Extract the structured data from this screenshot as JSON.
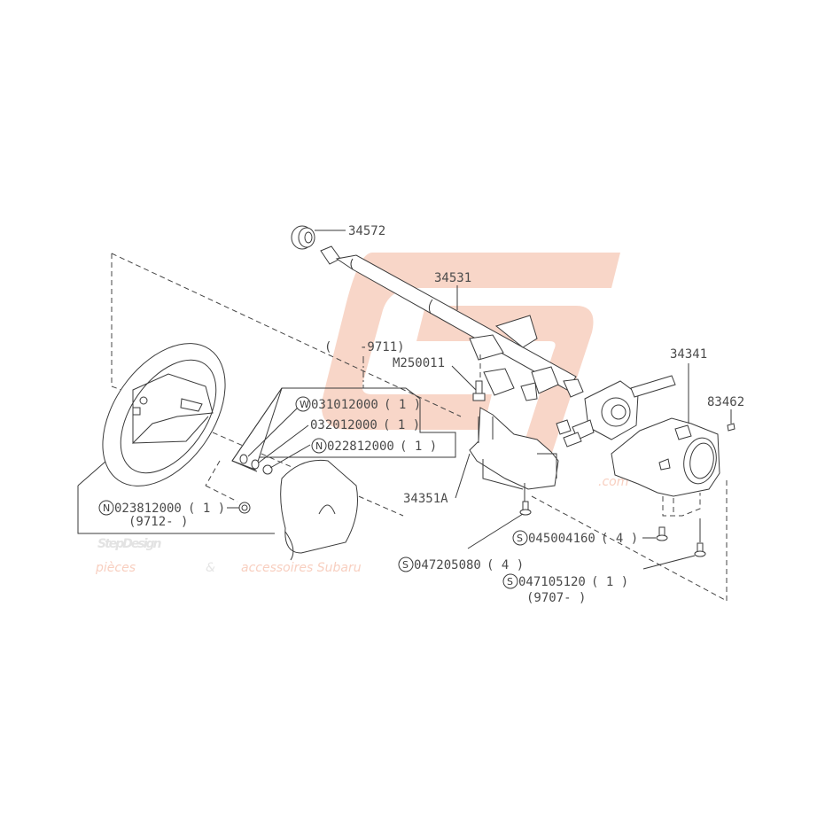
{
  "diagram": {
    "title": "Steering column assembly exploded view",
    "watermark": {
      "brand": "StepDesign",
      "domain_suffix": ".com",
      "tagline_left": "pièces",
      "tagline_amp": "&",
      "tagline_right": "accessoires Subaru",
      "logo_color": "#f6c8b6",
      "brand_color": "#e3e3e3"
    },
    "parts": {
      "seal": {
        "number": "34572"
      },
      "column_shaft": {
        "number": "34531"
      },
      "column_bolt": {
        "number": "M250011"
      },
      "combination_switch": {
        "number": "34341"
      },
      "clip": {
        "number": "83462"
      },
      "lower_cover": {
        "number": "34351A"
      },
      "date_range_top": {
        "open": "(",
        "range": "-9711)"
      },
      "washer": {
        "prefix": "W",
        "number": "031012000",
        "qty": "( 1  )"
      },
      "spring_washer": {
        "number": "032012000",
        "qty": "( 1  )"
      },
      "nut_inner": {
        "prefix": "N",
        "number": "022812000",
        "qty": "( 1  )"
      },
      "nut_outer": {
        "prefix": "N",
        "number": "023812000",
        "qty": "( 1  )",
        "range": "(9712-    )"
      },
      "screw_a": {
        "prefix": "S",
        "number": "045004160",
        "qty": "( 4  )"
      },
      "screw_b": {
        "prefix": "S",
        "number": "047205080",
        "qty": "( 4  )"
      },
      "screw_c": {
        "prefix": "S",
        "number": "047105120",
        "qty": "( 1  )",
        "range": "(9707-    )"
      }
    }
  }
}
